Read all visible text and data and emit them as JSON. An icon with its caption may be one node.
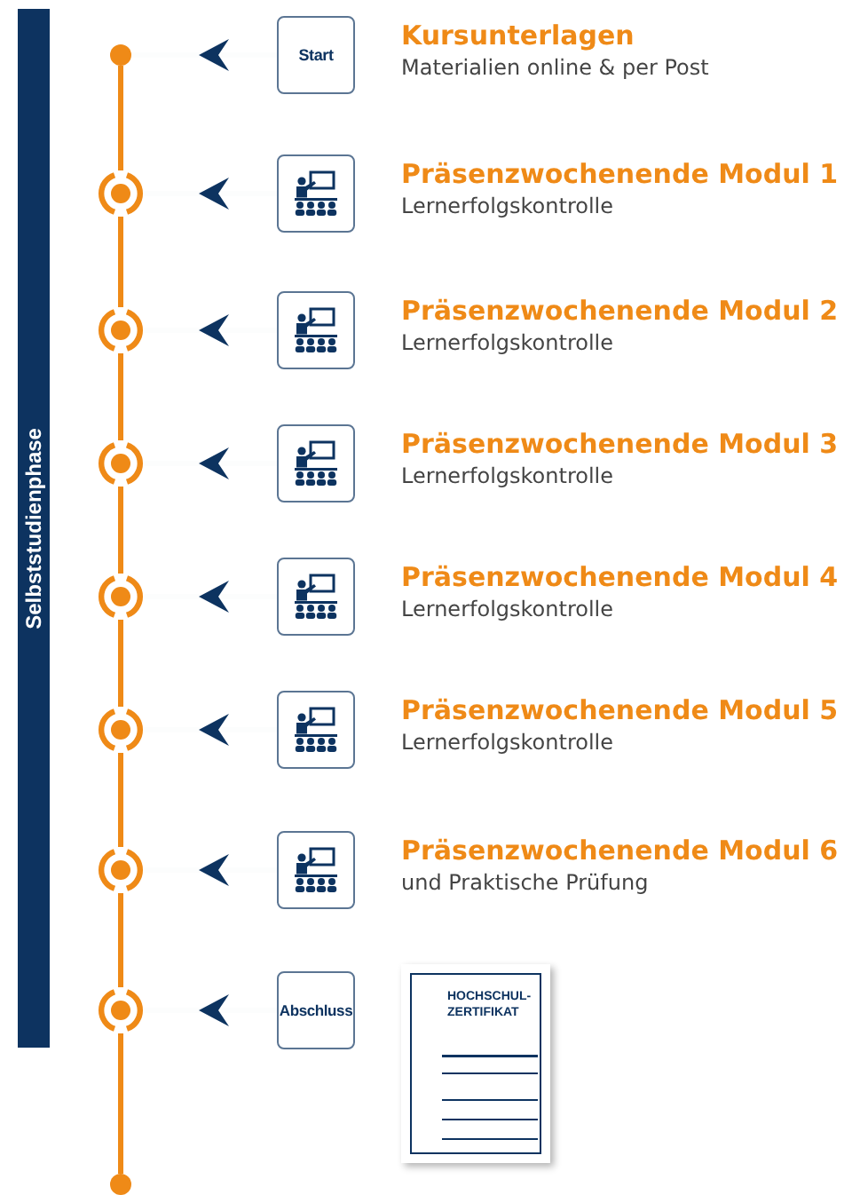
{
  "diagram": {
    "nodes": [
      {
        "text": [
          "Selbststudienphase"
        ]
      },
      {
        "text": [],
        "shape": "circle"
      },
      {
        "text": [
          "Start"
        ],
        "beside": [
          "Kursunterlagen",
          "Materialien online & per Post"
        ]
      },
      {
        "text": [],
        "shape": "ring"
      },
      {
        "text": [],
        "shape": "picture",
        "beside": [
          "Präsenzwochenende Modul 1",
          "Lernerfolgskontrolle"
        ]
      },
      {
        "text": [],
        "shape": "ring"
      },
      {
        "text": [],
        "shape": "picture",
        "beside": [
          "Präsenzwochenende Modul 2",
          "Lernerfolgskontrolle"
        ]
      },
      {
        "text": [],
        "shape": "ring"
      },
      {
        "text": [],
        "shape": "picture",
        "beside": [
          "Präsenzwochenende Modul 3",
          "Lernerfolgskontrolle"
        ]
      },
      {
        "text": [],
        "shape": "ring"
      },
      {
        "text": [],
        "shape": "picture",
        "beside": [
          "Präsenzwochenende Modul 4",
          "Lernerfolgskontrolle"
        ]
      },
      {
        "text": [],
        "shape": "ring"
      },
      {
        "text": [],
        "shape": "picture",
        "beside": [
          "Präsenzwochenende Modul 5",
          "Lernerfolgskontrolle"
        ]
      },
      {
        "text": [],
        "shape": "ring"
      },
      {
        "text": [],
        "shape": "picture",
        "beside": [
          "Präsenzwochenende Modul 6",
          "und Praktische Prüfung"
        ]
      },
      {
        "text": [],
        "shape": "ring"
      },
      {
        "text": [
          "Abschluss"
        ]
      },
      {
        "text": [
          "HOCHSCHUL-ZERTIFIKAT"
        ]
      },
      {
        "text": [],
        "shape": "circle"
      }
    ],
    "edges": [
      {
        "from": 1,
        "to": 3,
        "arrow": "none",
        "color": "#ef8a17"
      },
      {
        "from": 3,
        "to": 5,
        "arrow": "none",
        "color": "#ef8a17"
      },
      {
        "from": 5,
        "to": 7,
        "arrow": "none",
        "color": "#ef8a17"
      },
      {
        "from": 7,
        "to": 9,
        "arrow": "none",
        "color": "#ef8a17"
      },
      {
        "from": 9,
        "to": 11,
        "arrow": "none",
        "color": "#ef8a17"
      },
      {
        "from": 11,
        "to": 13,
        "arrow": "none",
        "color": "#ef8a17"
      },
      {
        "from": 13,
        "to": 15,
        "arrow": "none",
        "color": "#ef8a17"
      },
      {
        "from": 15,
        "to": 18,
        "arrow": "none",
        "color": "#ef8a17"
      },
      {
        "from": 2,
        "to": 1,
        "arrow": "to",
        "color": "#0d3360"
      },
      {
        "from": 4,
        "to": 3,
        "arrow": "to",
        "color": "#0d3360"
      },
      {
        "from": 6,
        "to": 5,
        "arrow": "to",
        "color": "#0d3360"
      },
      {
        "from": 8,
        "to": 7,
        "arrow": "to",
        "color": "#0d3360"
      },
      {
        "from": 10,
        "to": 9,
        "arrow": "to",
        "color": "#0d3360"
      },
      {
        "from": 12,
        "to": 11,
        "arrow": "to",
        "color": "#0d3360"
      },
      {
        "from": 14,
        "to": 13,
        "arrow": "to",
        "color": "#0d3360"
      },
      {
        "from": 16,
        "to": 15,
        "arrow": "to",
        "color": "#0d3360"
      }
    ]
  }
}
